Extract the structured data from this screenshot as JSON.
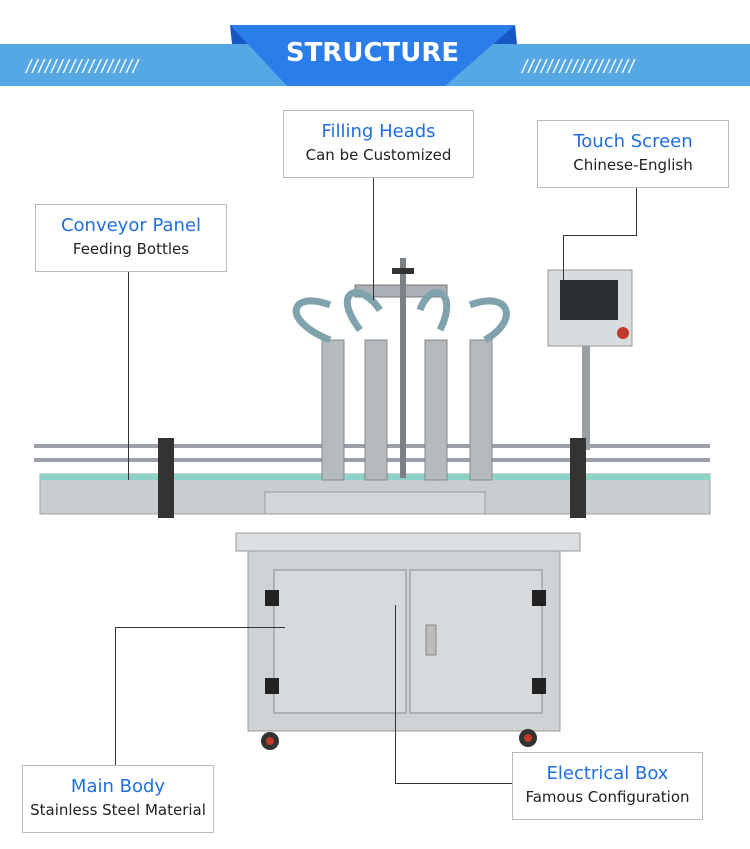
{
  "header": {
    "title": "STRUCTURE",
    "stripes": "//////////////////"
  },
  "callouts": {
    "filling_heads": {
      "title": "Filling Heads",
      "subtitle": "Can be Customized"
    },
    "touch_screen": {
      "title": "Touch Screen",
      "subtitle": "Chinese-English"
    },
    "conveyor_panel": {
      "title": "Conveyor Panel",
      "subtitle": "Feeding Bottles"
    },
    "main_body": {
      "title": "Main Body",
      "subtitle": "Stainless Steel Material"
    },
    "electrical_box": {
      "title": "Electrical Box",
      "subtitle": "Famous Configuration"
    }
  },
  "colors": {
    "accent": "#2b7de9",
    "bar": "#55a8e4",
    "label": "#1f6fe0"
  }
}
